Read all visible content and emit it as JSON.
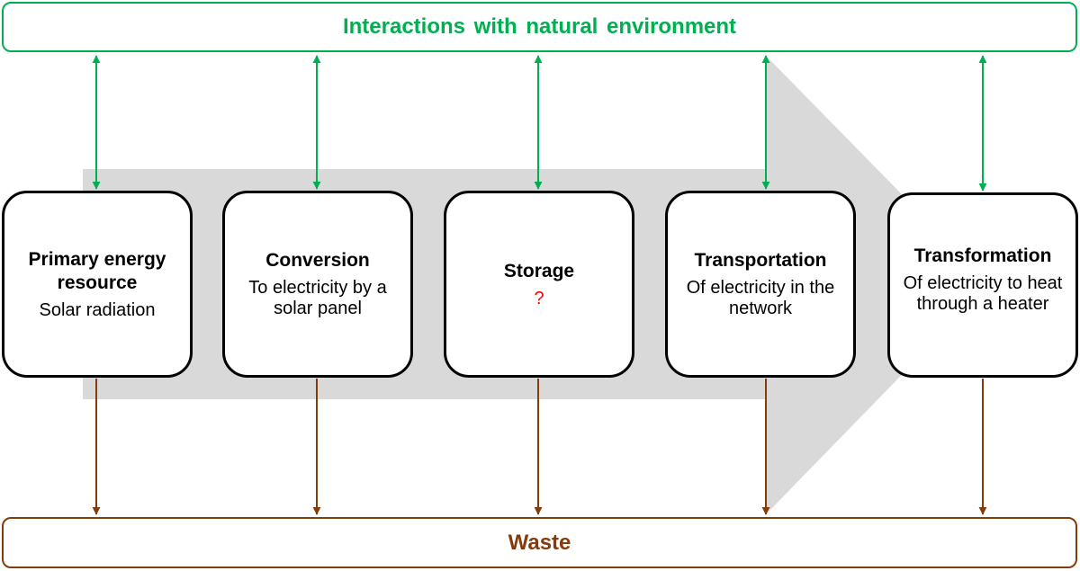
{
  "top_banner": {
    "label": "Interactions  with natural  environment",
    "color": "#00b050"
  },
  "bottom_banner": {
    "label": "Waste",
    "color": "#843c0c"
  },
  "flow_arrow_color": "#d9d9d9",
  "stages": [
    {
      "title": "Primary energy resource",
      "description": "Solar radiation",
      "description_color": "#000000"
    },
    {
      "title": "Conversion",
      "description": "To electricity by a solar panel",
      "description_color": "#000000"
    },
    {
      "title": "Storage",
      "description": "?",
      "description_color": "#ff0000"
    },
    {
      "title": "Transportation",
      "description": "Of electricity in the network",
      "description_color": "#000000"
    },
    {
      "title": "Transformation",
      "description": "Of electricity to heat through a heater",
      "description_color": "#000000"
    }
  ]
}
